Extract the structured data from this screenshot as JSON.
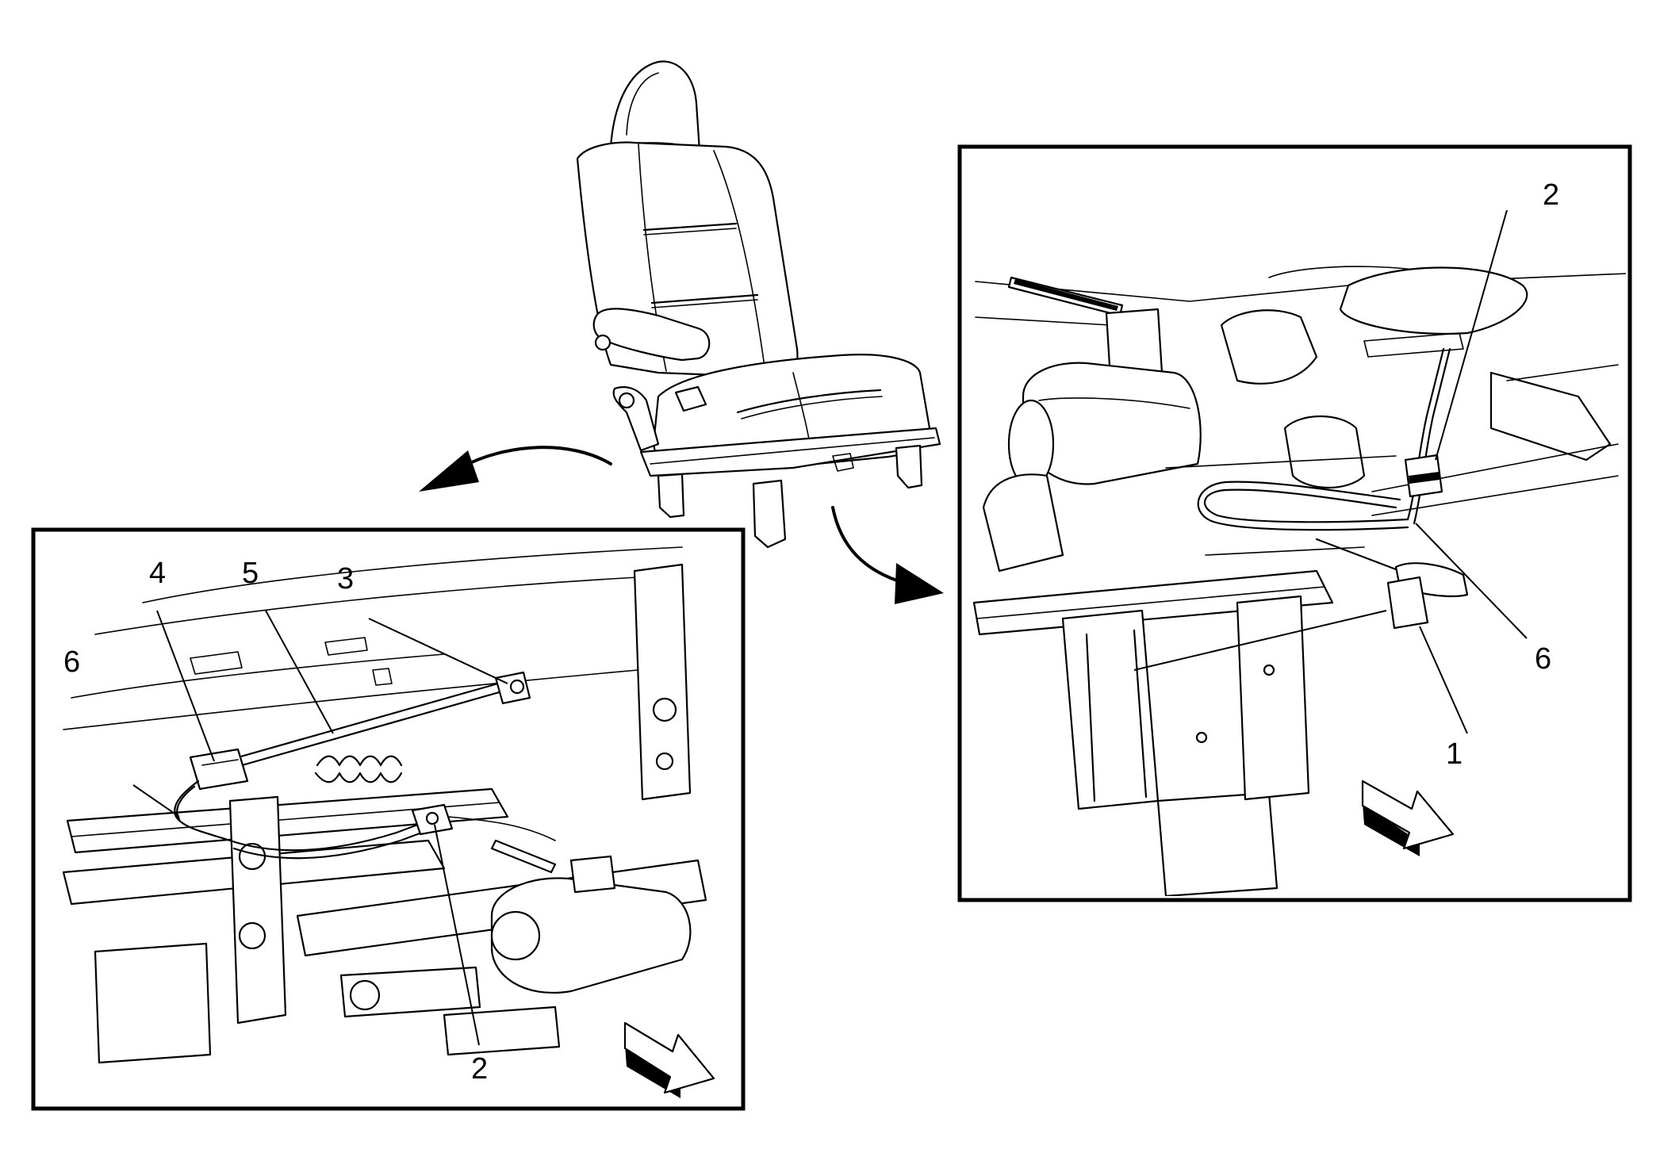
{
  "callouts": {
    "left_panel": {
      "c6": "6",
      "c4": "4",
      "c5": "5",
      "c3": "3",
      "c2": "2"
    },
    "right_panel": {
      "c2": "2",
      "c6": "6",
      "c1": "1"
    }
  },
  "colors": {
    "line": "#000000",
    "background": "#ffffff"
  },
  "icons": [
    "forward-direction-arrow-icon",
    "curved-pointer-arrow-icon"
  ]
}
